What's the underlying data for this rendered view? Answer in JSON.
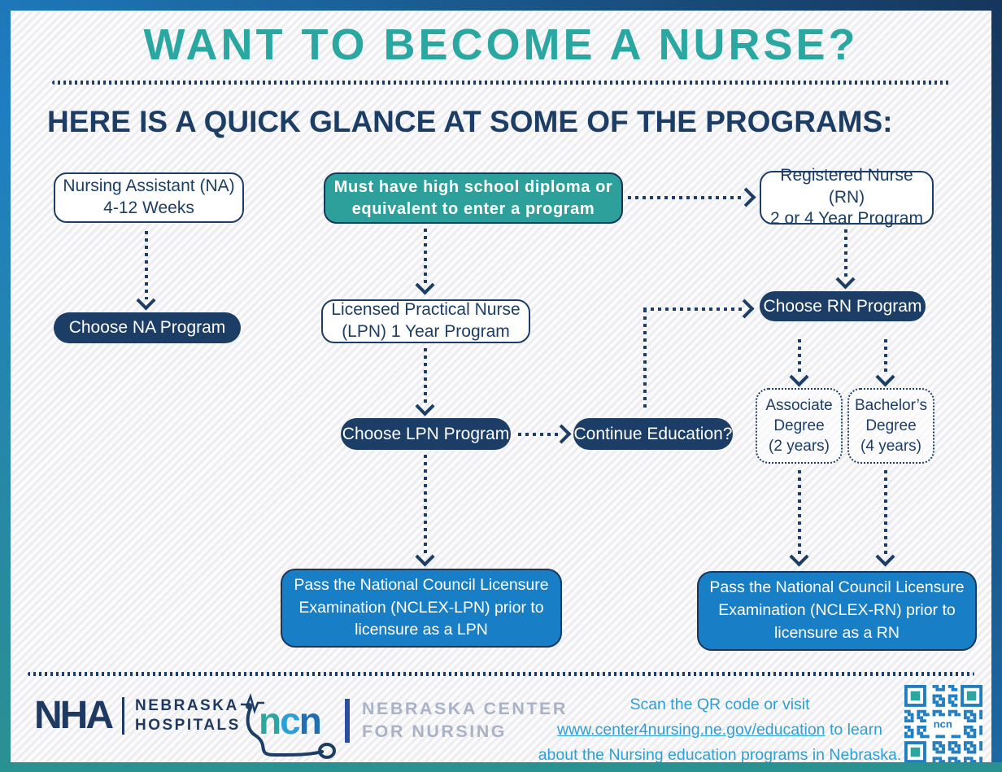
{
  "page": {
    "title": "WANT TO BECOME A NURSE?",
    "subtitle": "HERE IS A QUICK GLANCE AT SOME OF THE PROGRAMS:"
  },
  "colors": {
    "title_teal": "#2BA7A1",
    "navy": "#1C3E66",
    "teal_box": "#2DA09C",
    "nclex_blue": "#187EC5",
    "footer_link_blue": "#2D9FD6",
    "border_gradient": [
      "#2a9191",
      "#1e7ec2",
      "#16365c"
    ],
    "ncn_gray": "#A9B2C6"
  },
  "flow": {
    "na": {
      "line1": "Nursing Assistant (NA)",
      "line2": "4-12 Weeks"
    },
    "diploma": {
      "line1": "Must have high school diploma or",
      "line2": "equivalent to enter a program"
    },
    "rn": {
      "line1": "Registered Nurse (RN)",
      "line2": "2 or 4 Year Program"
    },
    "choose_na": {
      "label": "Choose NA Program"
    },
    "lpn": {
      "line1": "Licensed Practical Nurse",
      "line2": "(LPN) 1 Year Program"
    },
    "choose_rn": {
      "label": "Choose RN Program"
    },
    "choose_lpn": {
      "label": "Choose LPN Program"
    },
    "continue_education": {
      "label": "Continue Education?"
    },
    "associate": {
      "line1": "Associate",
      "line2": "Degree",
      "line3": "(2 years)"
    },
    "bachelor": {
      "line1": "Bachelor’s",
      "line2": "Degree",
      "line3": "(4 years)"
    },
    "nclex_lpn": {
      "line1": "Pass the National Council Licensure",
      "line2": "Examination (NCLEX-LPN) prior to",
      "line3": "licensure as a LPN"
    },
    "nclex_rn": {
      "line1": "Pass the National Council Licensure",
      "line2": "Examination (NCLEX-RN) prior to",
      "line3": "licensure as a RN"
    }
  },
  "footer": {
    "nha": {
      "acronym": "NHA",
      "line1": "NEBRASKA",
      "line2": "HOSPITALS"
    },
    "ncn": {
      "acronym": "ncn",
      "line1": "NEBRASKA CENTER",
      "line2": "FOR NURSING"
    },
    "scan": {
      "line1": "Scan the QR code or visit",
      "link": "www.center4nursing.ne.gov/education",
      "line2_suffix": " to learn",
      "line3": "about the Nursing education programs in Nebraska."
    }
  }
}
